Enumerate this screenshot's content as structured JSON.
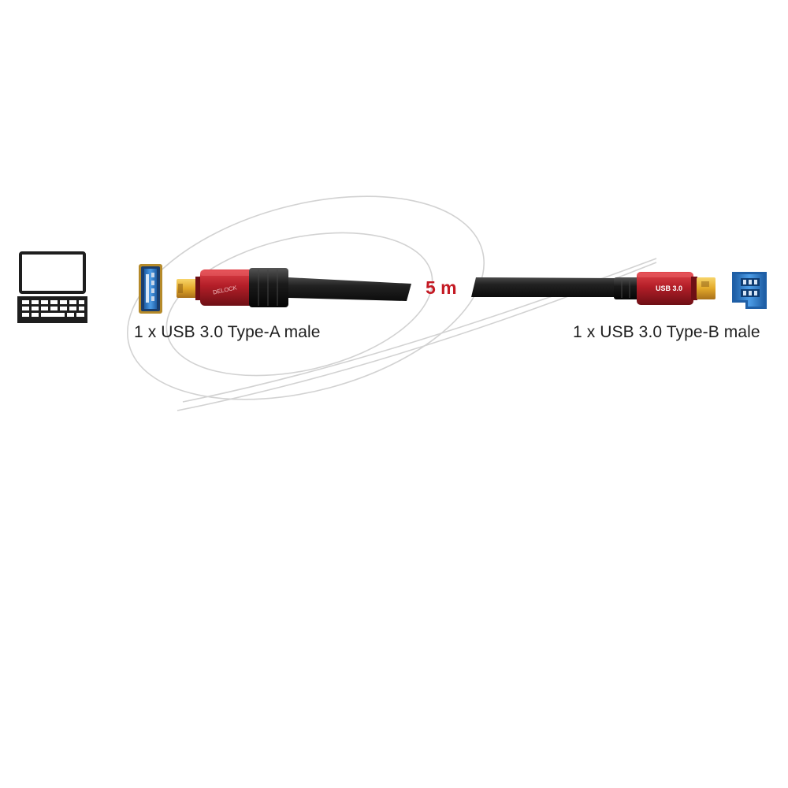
{
  "diagram": {
    "cable_length": "5 m",
    "connector_a": {
      "label": "1 x USB 3.0 Type-A male",
      "brand_text": "DELOCK"
    },
    "connector_b": {
      "label": "1 x USB 3.0 Type-B male",
      "badge_text": "USB 3.0"
    }
  },
  "colors": {
    "cable": "#1c1c1c",
    "housing_red": "#b31e28",
    "accent_red": "#c41a24",
    "plug_gold": "#e3a92a",
    "port_blue": "#2e7fd0",
    "text": "#1e1e1e",
    "laptop_line": "#1e1e1e"
  },
  "icons": {
    "host_device": "laptop-icon",
    "port_a": "usb-a-port-icon",
    "port_b": "usb-b-port-icon",
    "decoration": "swoosh-logo"
  }
}
